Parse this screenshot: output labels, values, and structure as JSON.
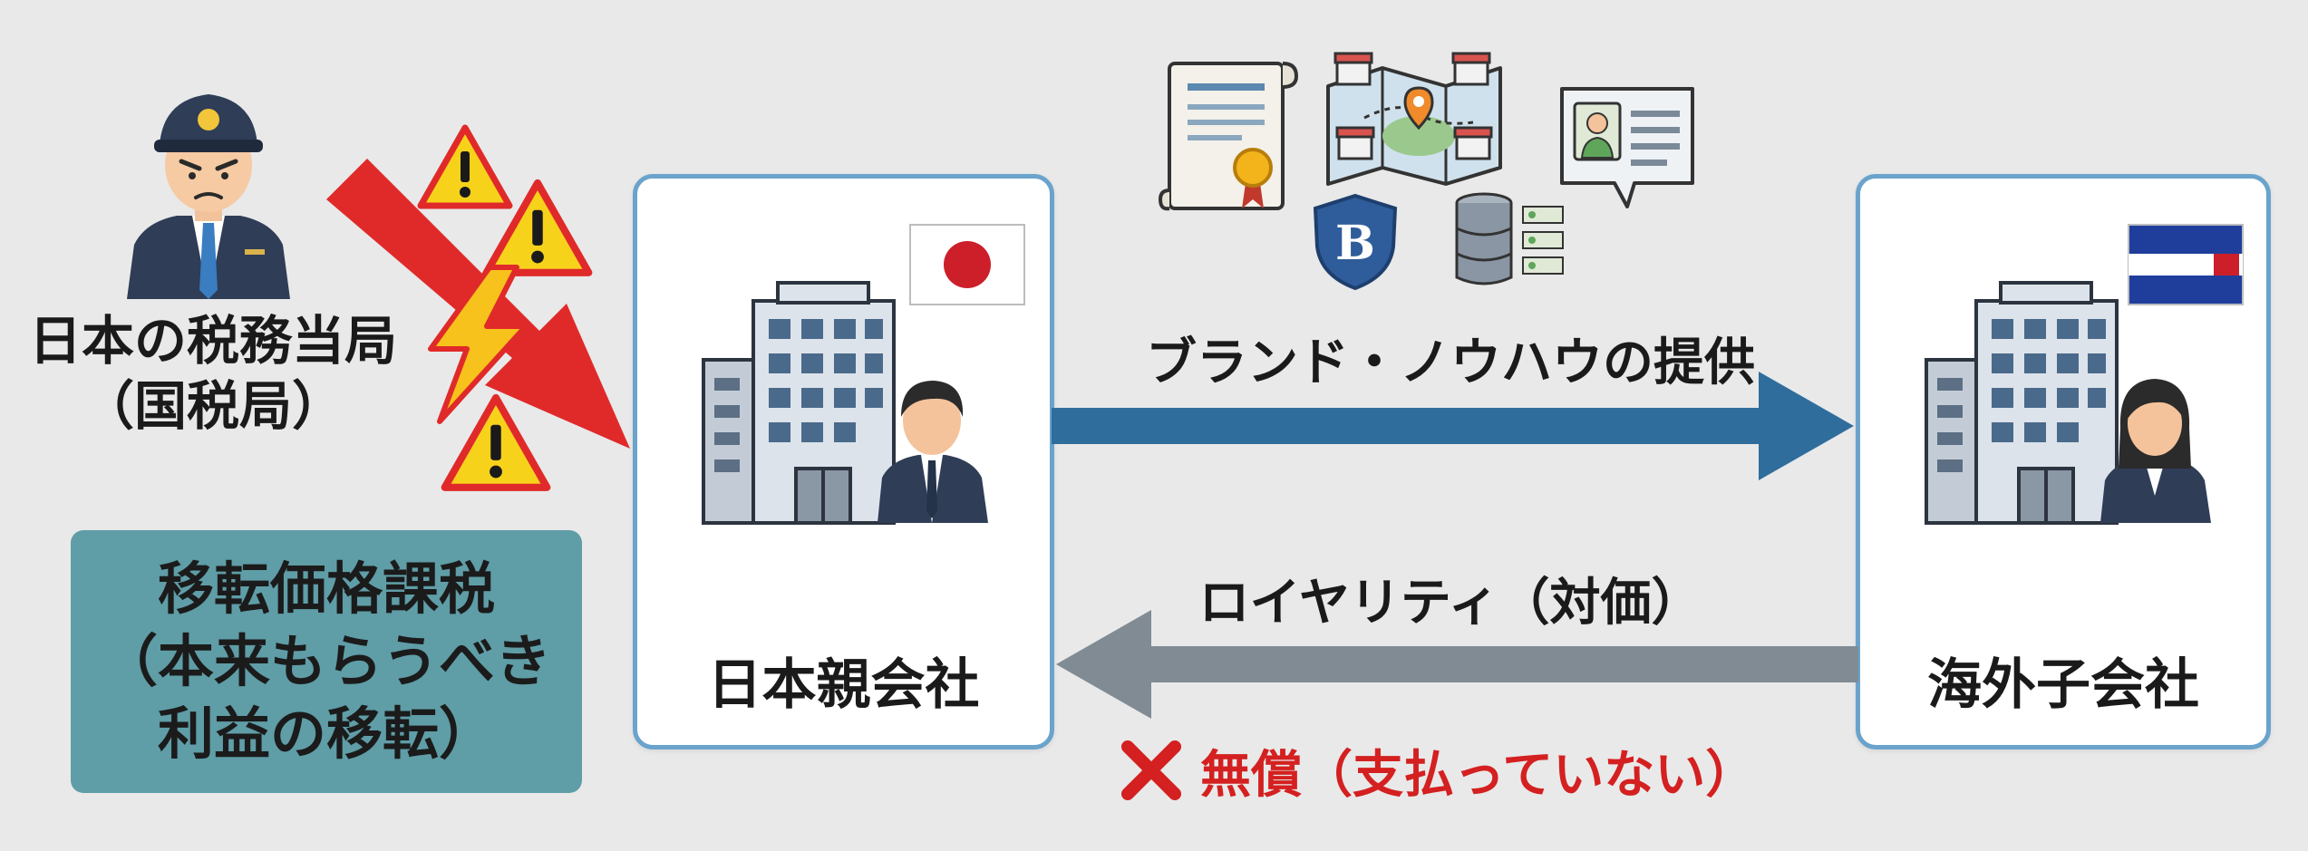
{
  "tax_authority": {
    "name_line1": "日本の税務当局",
    "name_line2": "（国税局）"
  },
  "concept": {
    "line1": "移転価格課税",
    "line2": "（本来もらうべき",
    "line3": "利益の移転）"
  },
  "parent_company": {
    "label": "日本親会社"
  },
  "subsidiary": {
    "label": "海外子会社"
  },
  "flows": {
    "provision": "ブランド・ノウハウの提供",
    "royalty": "ロイヤリティ（対価）",
    "unpaid": "無償（支払っていない）"
  },
  "shield_letter": "B",
  "colors": {
    "arrow_blue": "#2f6d9d",
    "arrow_gray": "#808b94",
    "warning_red": "#e02a2a",
    "warning_yellow": "#f7d21b",
    "box_border": "#6aa3cc",
    "teal": "#5f9da7",
    "unpaid_red": "#d42020"
  },
  "icons": {
    "officer": "tax-officer-icon",
    "warnings": "warning-triangle-icon",
    "lightning": "lightning-icon",
    "certificate": "certificate-icon",
    "map": "store-map-icon",
    "profile": "profile-card-icon",
    "shield": "brand-shield-icon",
    "database": "database-icon"
  }
}
